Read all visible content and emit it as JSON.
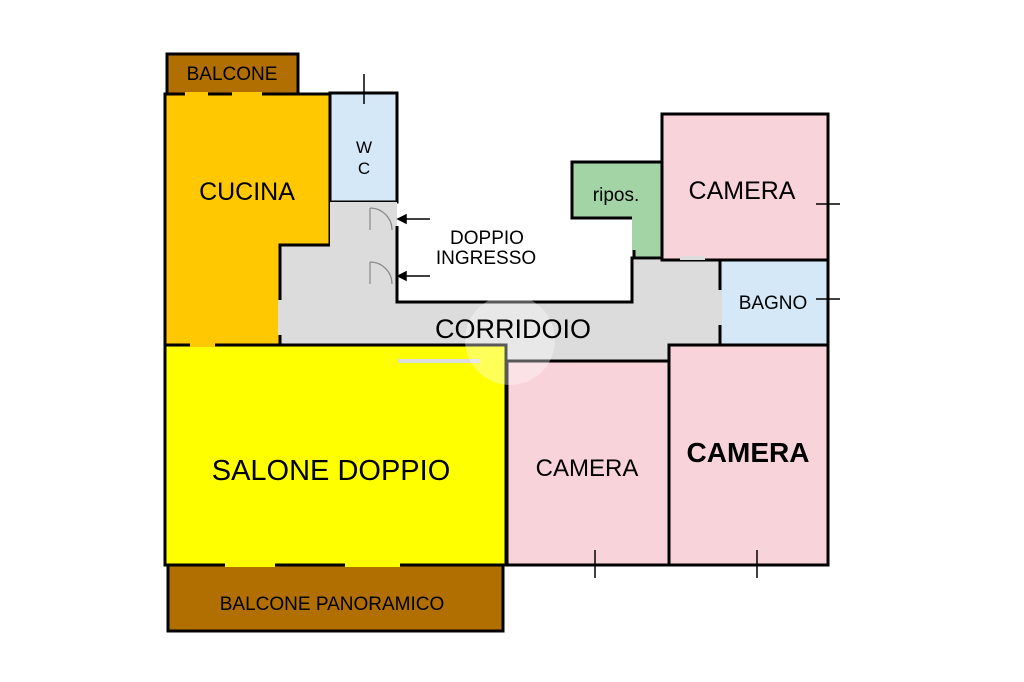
{
  "rooms": {
    "balcone": "BALCONE",
    "wc_line1": "W",
    "wc_line2": "C",
    "cucina": "CUCINA",
    "doppio_ingresso_line1": "DOPPIO",
    "doppio_ingresso_line2": "INGRESSO",
    "ripostiglio": "ripos.",
    "camera_top_right": "CAMERA",
    "bagno": "BAGNO",
    "corridoio": "CORRIDOIO",
    "salone_doppio": "SALONE DOPPIO",
    "camera_middle": "CAMERA",
    "camera_bottom_right": "CAMERA",
    "balcone_panoramico": "BALCONE PANORAMICO"
  },
  "colors": {
    "balcony": "#b06f00",
    "kitchen": "#ffc800",
    "living": "#ffff00",
    "bathroom": "#d4e8f8",
    "bedroom": "#f9d3da",
    "closet": "#a3d4a6",
    "hallway": "#dcdcdc",
    "wall": "#000000"
  }
}
